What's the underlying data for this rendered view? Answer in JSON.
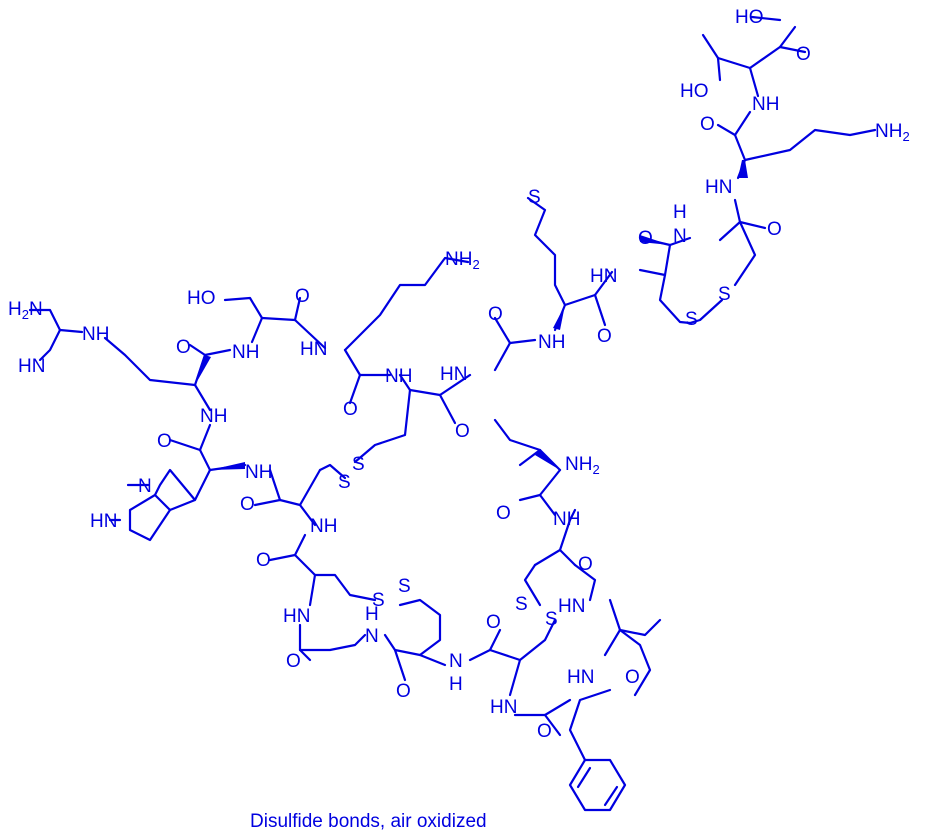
{
  "caption": "Disulfide bonds, air oxidized",
  "colors": {
    "structure": "#0000e0",
    "background": "#ffffff"
  },
  "atoms": {
    "cooh_ho": "HO",
    "cooh_o": "O",
    "thr_ho": "HO",
    "nh_thr": "NH",
    "o_lys2": "O",
    "lys2_nh2": "NH",
    "lys2_nh2_sub": "2",
    "hn_lys2": "HN",
    "o_cys8": "O",
    "o_ring8": "O",
    "nh_ring8": "N",
    "nh_ring8_h": "H",
    "s_ring8_a": "S",
    "s_ring8_b": "S",
    "met_s": "S",
    "hn_met": "HN",
    "o_met": "O",
    "nh_met": "NH",
    "o_gly": "O",
    "hn_gly": "HN",
    "o_cysA": "O",
    "nh_cysA": "NH",
    "s_disA1": "S",
    "s_disA2": "S",
    "lys1_nh2": "NH",
    "lys1_nh2_sub": "2",
    "hn_lys1": "HN",
    "o_lys1": "O",
    "o_ser": "O",
    "ser_ho": "HO",
    "nh_ser": "NH",
    "o_arg": "O",
    "arg_h2n": "H",
    "arg_h2n_sub": "2",
    "arg_h2n_n": "N",
    "arg_nh": "NH",
    "arg_hn": "HN",
    "nh_arg": "NH",
    "o_his": "O",
    "his_n": "N",
    "his_hn": "HN",
    "nh_his": "NH",
    "o_cysB": "O",
    "nh_cysB": "NH",
    "o_cysC": "O",
    "hn_ring7": "HN",
    "o_ring7": "O",
    "n_ring7": "N",
    "n_ring7_h": "H",
    "s_ring7_a": "S",
    "s_ring7_b": "S",
    "o_cysD": "O",
    "n_cysD": "N",
    "n_cysD_h": "H",
    "o_cysE": "O",
    "s_disB1": "S",
    "s_disB2": "S",
    "ile1_nh2": "NH",
    "ile1_nh2_sub": "2",
    "o_ile1": "O",
    "nh_ile1": "NH",
    "o_cysF": "O",
    "hn_ile2": "HN",
    "hn_phe": "HN",
    "o_ile2": "O",
    "o_phe": "O",
    "hn_cysE": "HN"
  }
}
